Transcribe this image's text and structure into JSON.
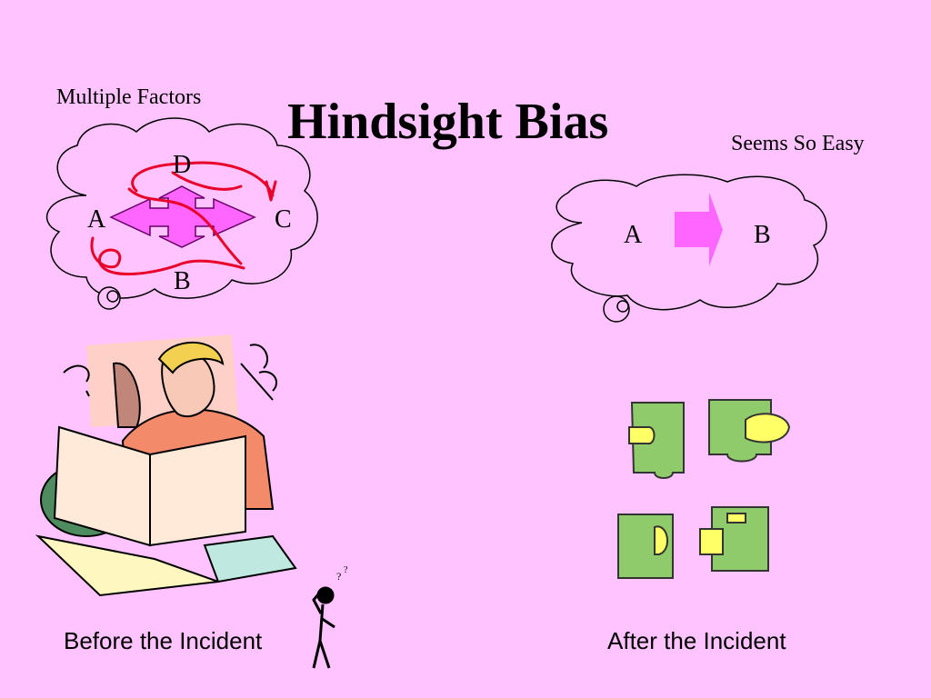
{
  "slide": {
    "title": "Hindsight Bias",
    "left_cloud": {
      "caption": "Multiple Factors",
      "labels": {
        "a": "A",
        "b": "B",
        "c": "C",
        "d": "D"
      }
    },
    "right_cloud": {
      "caption": "Seems So Easy",
      "labels": {
        "a": "A",
        "b": "B"
      }
    },
    "left_caption": "Before the Incident",
    "right_caption": "After the Incident"
  },
  "colors": {
    "background": "#FFC4FF",
    "arrow": "#FF66FF",
    "scribble": "#E8002A",
    "puzzle_green": "#8FCB6A",
    "puzzle_yellow": "#FFFF66"
  },
  "icons": {
    "left_cloud": "thought-cloud-icon",
    "right_cloud": "thought-cloud-icon",
    "readers": "newspaper-readers-clipart",
    "thinker": "confused-stick-figure-clipart",
    "puzzle": "puzzle-pieces-clipart"
  }
}
